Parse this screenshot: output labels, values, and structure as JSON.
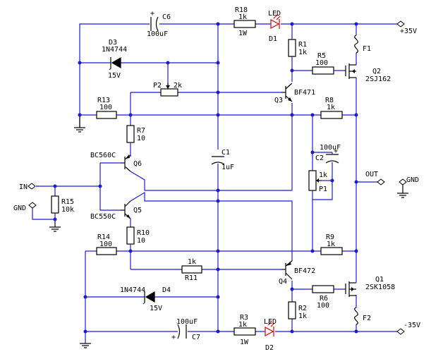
{
  "labels": {
    "c6": "C6",
    "c6_val": "100uF",
    "r18": "R18",
    "r18_val": "1k",
    "r18_w": "1W",
    "led_top": "LED",
    "d1": "D1",
    "plus35": "+35V",
    "d3": "D3",
    "d3_type": "1N4744",
    "d3_v": "15V",
    "r1": "R1",
    "r1_val": "1k",
    "f1": "F1",
    "r5": "R5",
    "r5_val": "100",
    "q2": "Q2",
    "q2_type": "2SJ162",
    "p2": "P2",
    "p2_val": "2k",
    "bf471": "BF471",
    "q3": "Q3",
    "r13": "R13",
    "r13_val": "100",
    "r8": "R8",
    "r8_val": "1k",
    "r7": "R7",
    "r7_val": "10",
    "c2_val": "100uF",
    "c2": "C2",
    "bc560c": "BC560C",
    "q6": "Q6",
    "c1": "C1",
    "c1_val": "1uF",
    "p1_val": "1k",
    "p1": "P1",
    "out": "OUT",
    "gnd_right": "GND",
    "in": "IN",
    "gnd_left": "GND",
    "r15": "R15",
    "r15_val": "10k",
    "bc550c": "BC550C",
    "q5": "Q5",
    "r10": "R10",
    "r10_val": "10",
    "r14": "R14",
    "r14_val": "100",
    "r9": "R9",
    "r9_val": "1k",
    "r11_val": "1k",
    "r11": "R11",
    "bf472": "BF472",
    "q4": "Q4",
    "q1": "Q1",
    "q1_type": "2SK1058",
    "d4_type": "1N4744",
    "d4": "D4",
    "d4_v": "15V",
    "r6": "R6",
    "r6_val": "100",
    "r2": "R2",
    "r2_val": "1k",
    "f2": "F2",
    "c7_val": "100uF",
    "c7": "C7",
    "r3": "R3",
    "r3_val": "1k",
    "r3_w": "1W",
    "led_bot": "LED",
    "d2": "D2",
    "minus35": "-35V"
  }
}
